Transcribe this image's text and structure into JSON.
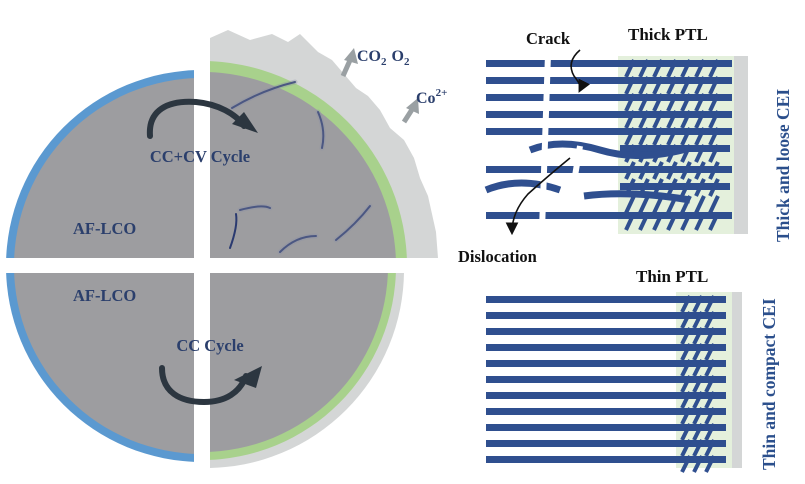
{
  "colors": {
    "particle_gray": "#9d9da0",
    "blue_shell": "#5b99d0",
    "green_shell": "#a8d18c",
    "cei_gray": "#d4d6d6",
    "ptl_blue": "#2f4f8f",
    "crack_navy": "#2a3a70",
    "label_navy": "#2b3f6c",
    "arrow_dark": "#2c3640"
  },
  "left": {
    "cycle_top": "CC+CV Cycle",
    "cycle_bottom": "CC Cycle",
    "label_top": "AF-LCO",
    "label_bottom": "AF-LCO",
    "gas": {
      "co2": "CO",
      "co2_sub": "2",
      "o2": "O",
      "o2_sub": "2"
    },
    "ion": {
      "base": "Co",
      "sup": "2+"
    }
  },
  "right": {
    "top": {
      "title": "Thick PTL",
      "crack": "Crack",
      "dislocation": "Dislocation",
      "side": "Thick and loose CEI"
    },
    "bottom": {
      "title": "Thin PTL",
      "side": "Thin and compact CEI"
    }
  }
}
